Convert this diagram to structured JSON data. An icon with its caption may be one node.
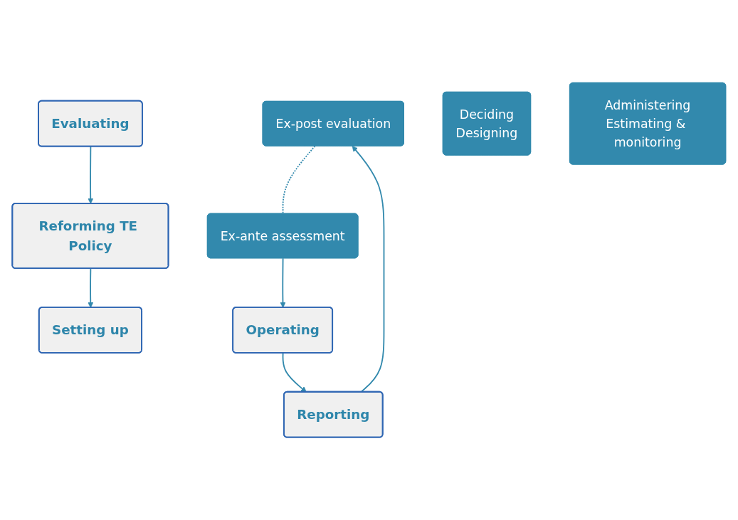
{
  "diagram": {
    "nodes": [
      {
        "text": [
          "Reforming TE Policy"
        ]
      },
      {
        "text": [
          "Evaluating"
        ]
      },
      {
        "text": [
          "Setting up"
        ]
      },
      {
        "text": [
          "Ex-post evaluation"
        ]
      },
      {
        "text": [
          "Ex-ante assessment"
        ]
      },
      {
        "text": [
          "Deciding",
          "Designing"
        ]
      },
      {
        "text": [
          "Reporting"
        ]
      },
      {
        "text": [
          "Operating"
        ]
      },
      {
        "text": [
          "Administering",
          "Estimating & monitoring"
        ]
      }
    ],
    "edges": [
      {
        "from": 1,
        "to": 0,
        "arrow": "to"
      },
      {
        "from": 0,
        "to": 2,
        "arrow": "to"
      },
      {
        "from": 4,
        "to": 7,
        "arrow": "to"
      },
      {
        "from": 7,
        "to": 6,
        "arrow": "to"
      },
      {
        "from": 6,
        "to": 3,
        "arrow": "to"
      },
      {
        "from": 3,
        "to": 4,
        "arrow": "none",
        "style": "dashed"
      }
    ]
  }
}
